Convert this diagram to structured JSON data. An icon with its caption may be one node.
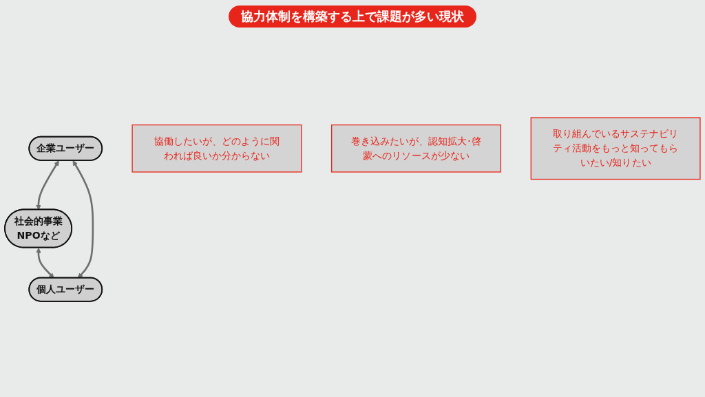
{
  "diagram": {
    "title": "協力体制を構築する上で課題が多い現状",
    "nodes": [
      {
        "text": [
          "社会的事業",
          "NPOなど"
        ]
      },
      {
        "text": [
          "企業ユーザー"
        ]
      },
      {
        "text": [
          "個人ユーザー"
        ]
      },
      {
        "text": [
          "協働したいが、どのように関われば良いか分からない"
        ]
      },
      {
        "text": [
          "巻き込みたいが、認知拡大･啓蒙へのリソースが少ない"
        ]
      },
      {
        "text": [
          "取り組んでいるサステナビリティ活動をもっと知ってもらいたい/知りたい"
        ]
      }
    ],
    "edges": [
      {
        "from": 1,
        "to": 0,
        "arrow": "both"
      },
      {
        "from": 0,
        "to": 2,
        "arrow": "both"
      },
      {
        "from": 1,
        "to": 2,
        "arrow": "both"
      }
    ]
  }
}
